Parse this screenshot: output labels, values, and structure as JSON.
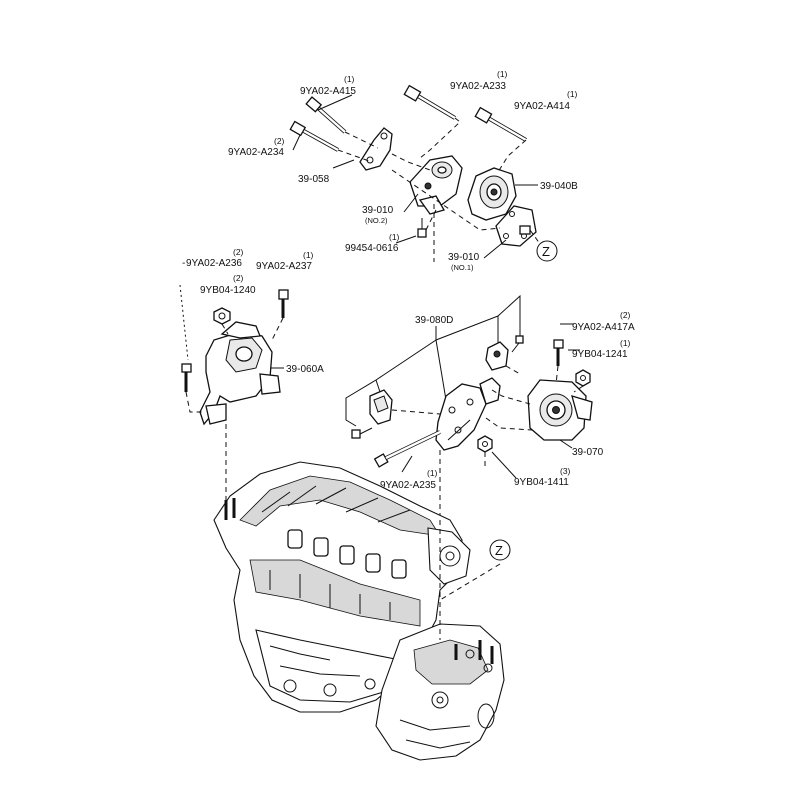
{
  "labels": {
    "p_9ya02_a415": "9YA02-A415",
    "q_9ya02_a415": "(1)",
    "p_9ya02_a233": "9YA02-A233",
    "q_9ya02_a233": "(1)",
    "p_9ya02_a414": "9YA02-A414",
    "q_9ya02_a414": "(1)",
    "p_9ya02_a234": "9YA02-A234",
    "q_9ya02_a234": "(2)",
    "p_39_058": "39-058",
    "p_39_040b": "39-040B",
    "p_39_010_no2": "39-010",
    "s_no2": "(NO.2)",
    "p_99454_0616": "99454-0616",
    "q_99454_0616": "(1)",
    "p_39_010_no1": "39-010",
    "s_no1": "(NO.1)",
    "z_top": "Z",
    "p_9ya02_a236": "9YA02-A236",
    "q_9ya02_a236": "(2)",
    "p_9ya02_a237": "9YA02-A237",
    "q_9ya02_a237": "(1)",
    "p_9yb04_1240": "9YB04-1240",
    "q_9yb04_1240": "(2)",
    "p_39_060a": "39-060A",
    "p_39_080d": "39-080D",
    "p_9ya02_a417a": "9YA02-A417A",
    "q_9ya02_a417a": "(2)",
    "p_9yb04_1241": "9YB04-1241",
    "q_9yb04_1241": "(1)",
    "p_39_070": "39-070",
    "p_9ya02_a235": "9YA02-A235",
    "q_9ya02_a235": "(1)",
    "p_9yb04_1411": "9YB04-1411",
    "q_9yb04_1411": "(3)",
    "z_bottom": "Z"
  }
}
